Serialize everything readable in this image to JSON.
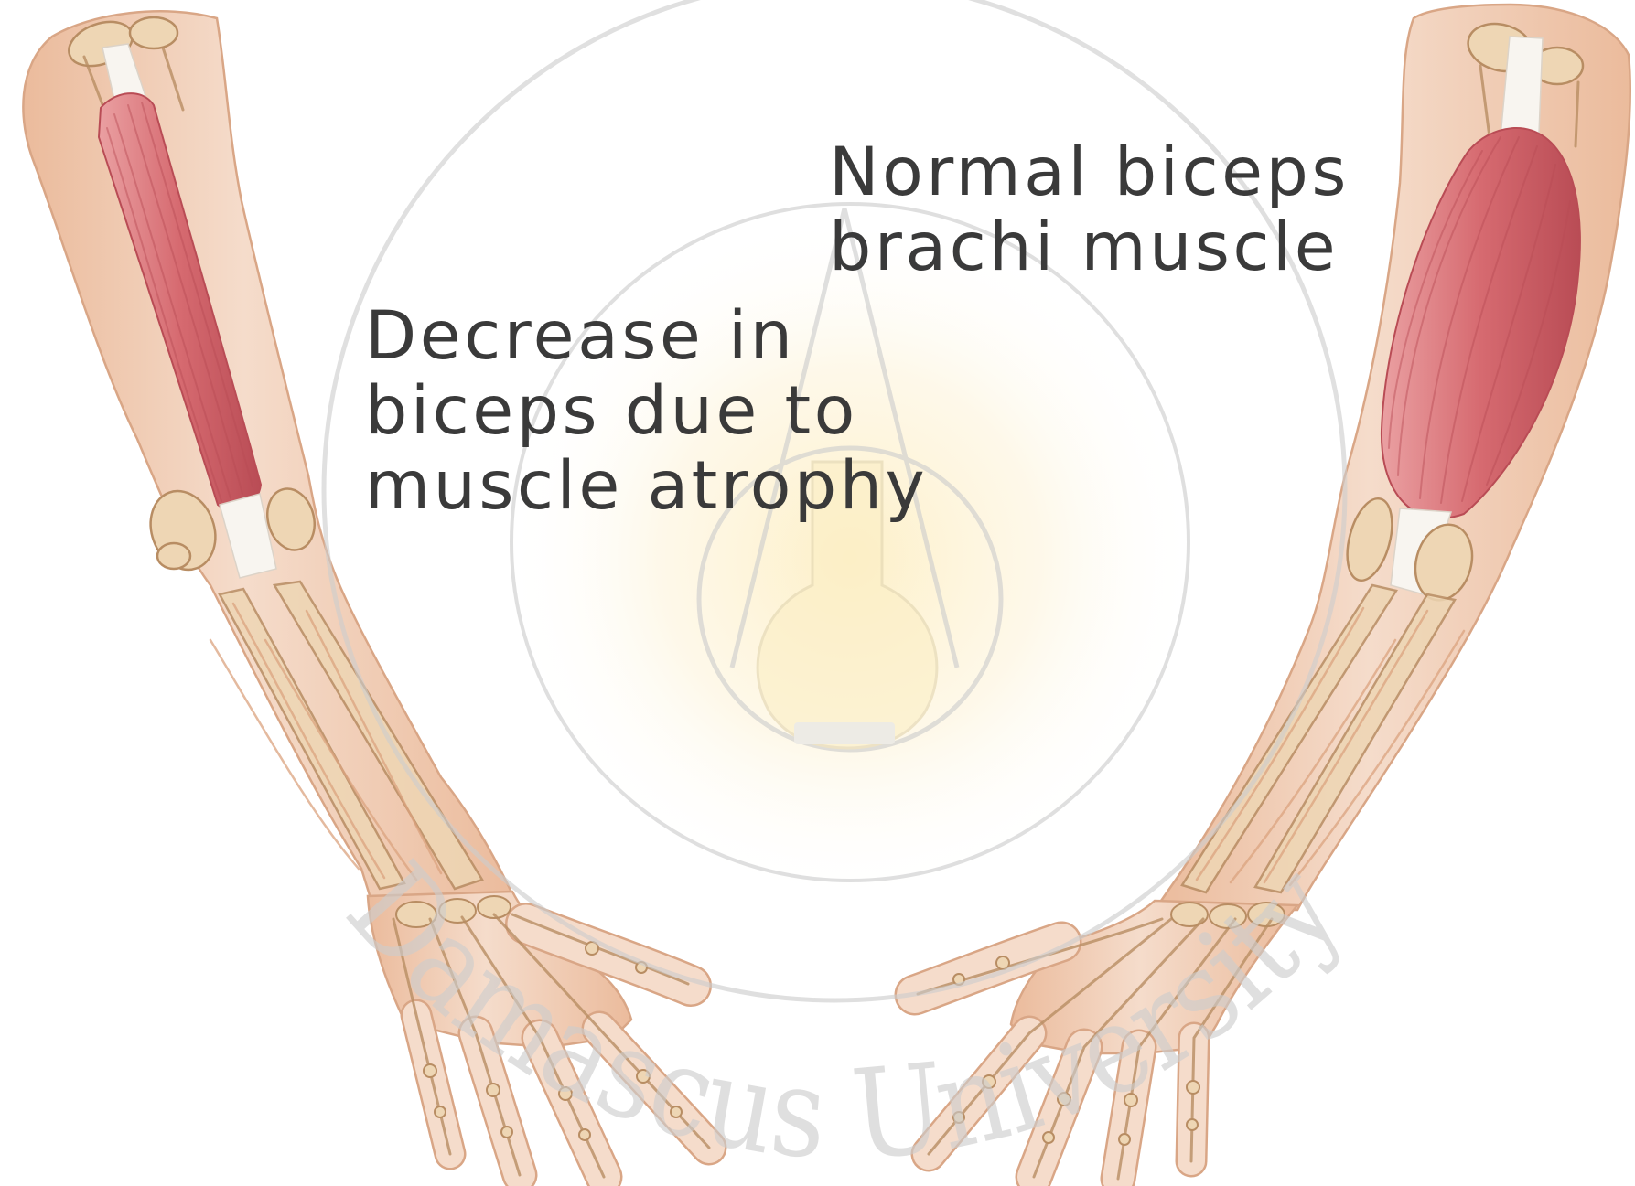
{
  "labels": {
    "normal": [
      "Normal biceps",
      "brachi muscle"
    ],
    "atrophy": [
      "Decrease in",
      "biceps due to",
      "muscle atrophy"
    ]
  },
  "watermark": {
    "text": "Damascus University"
  },
  "colors": {
    "muscle": "#d66a70",
    "muscle_light": "#eaa0a2",
    "muscle_shade": "#b94c55",
    "skin": "#f5dccb",
    "skin_shade": "#ebbb9c",
    "skin_outline": "#d9a686",
    "bone": "#eed6b4",
    "bone_outline": "#b88d63",
    "tendon": "#f8f5f0",
    "label_text": "#3a3a3a",
    "watermark": "#cdcdcd",
    "flask": "#fcefc6"
  }
}
